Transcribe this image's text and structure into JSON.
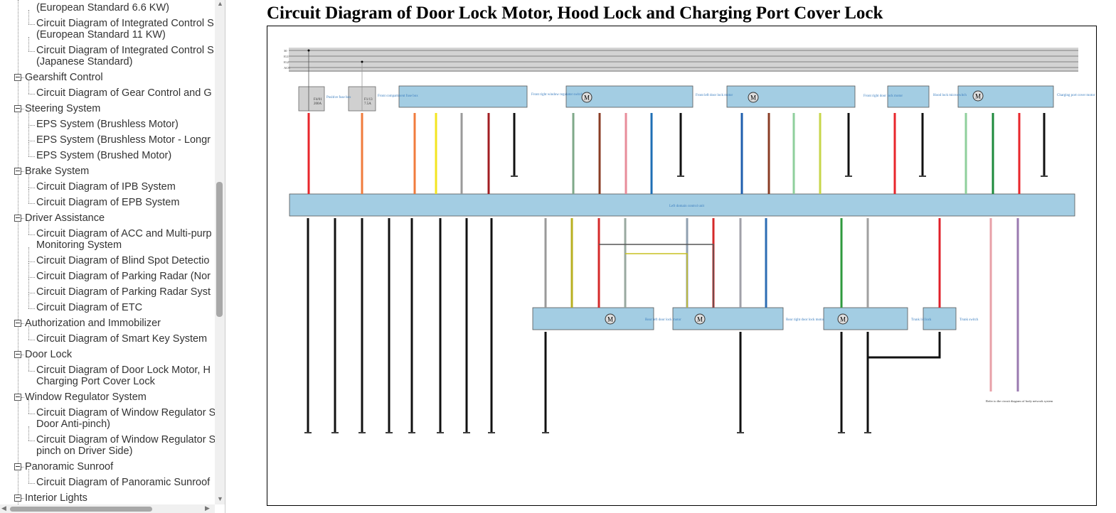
{
  "sidebar": {
    "items": [
      {
        "type": "leaf-cont",
        "label": "(European Standard 6.6 KW)"
      },
      {
        "type": "leaf",
        "label": "Circuit Diagram of Integrated Control S"
      },
      {
        "type": "leaf-cont",
        "label": "(European Standard 11 KW)"
      },
      {
        "type": "leaf",
        "label": "Circuit Diagram of Integrated Control S"
      },
      {
        "type": "leaf-cont",
        "label": "(Japanese Standard)"
      },
      {
        "type": "cat",
        "label": "Gearshift Control"
      },
      {
        "type": "leaf",
        "label": "Circuit Diagram of Gear Control and G"
      },
      {
        "type": "cat",
        "label": "Steering System"
      },
      {
        "type": "leaf",
        "label": "EPS System (Brushless Motor)"
      },
      {
        "type": "leaf",
        "label": "EPS System (Brushless Motor - Longr"
      },
      {
        "type": "leaf",
        "label": "EPS System (Brushed Motor)"
      },
      {
        "type": "cat",
        "label": "Brake System"
      },
      {
        "type": "leaf",
        "label": "Circuit Diagram of IPB System"
      },
      {
        "type": "leaf",
        "label": "Circuit Diagram of EPB System"
      },
      {
        "type": "cat",
        "label": "Driver Assistance"
      },
      {
        "type": "leaf",
        "label": "Circuit Diagram of ACC and Multi-purp"
      },
      {
        "type": "leaf-cont",
        "label": "Monitoring System"
      },
      {
        "type": "leaf",
        "label": "Circuit Diagram of Blind Spot Detectio"
      },
      {
        "type": "leaf",
        "label": "Circuit Diagram of Parking Radar (Nor"
      },
      {
        "type": "leaf",
        "label": "Circuit Diagram of Parking Radar Syst"
      },
      {
        "type": "leaf",
        "label": "Circuit Diagram of ETC"
      },
      {
        "type": "cat",
        "label": "Authorization and Immobilizer"
      },
      {
        "type": "leaf",
        "label": "Circuit Diagram of Smart Key System"
      },
      {
        "type": "cat",
        "label": "Door Lock"
      },
      {
        "type": "leaf",
        "label": "Circuit Diagram of Door Lock Motor, H"
      },
      {
        "type": "leaf-cont",
        "label": "Charging Port Cover Lock"
      },
      {
        "type": "cat",
        "label": "Window Regulator System"
      },
      {
        "type": "leaf",
        "label": "Circuit Diagram of Window Regulator S"
      },
      {
        "type": "leaf-cont",
        "label": "Door Anti-pinch)"
      },
      {
        "type": "leaf",
        "label": "Circuit Diagram of Window Regulator S"
      },
      {
        "type": "leaf-cont",
        "label": "pinch on Driver Side)"
      },
      {
        "type": "cat",
        "label": "Panoramic Sunroof"
      },
      {
        "type": "leaf",
        "label": "Circuit Diagram of Panoramic Sunroof"
      },
      {
        "type": "cat",
        "label": "Interior Lights"
      }
    ]
  },
  "page": {
    "title": "Circuit Diagram of Door Lock Motor, Hood Lock and Charging Port Cover Lock"
  },
  "diagram": {
    "rails": [
      "30",
      "IG1",
      "IG2",
      "ACC"
    ],
    "fuses": [
      {
        "id": "F4/01",
        "rating": "200A"
      },
      {
        "id": "F1/13",
        "rating": "7.5A"
      }
    ],
    "components": {
      "positive_fuse_box": "Positive fuse box",
      "front_fuse_box": "Front compartment fuse box",
      "window_switch": "Front right window regulator switch",
      "fl_door_motor": "Front left door lock motor",
      "fr_door_motor": "Front right door lock motor",
      "hood_switch": "Hood lock microswitch",
      "charge_port_motor": "Charging port cover motor",
      "ecu": "Left domain control unit",
      "rl_door_motor": "Rear left door lock motor",
      "rr_door_motor": "Rear right door lock motor",
      "trunk_lock": "Trunk lid lock",
      "trunk_switch": "Trunk switch",
      "refer_note": "Refer to the circuit diagram of body network system",
      "motor_symbol": "M"
    },
    "colors": {
      "module_fill": "#a3cde3",
      "rail_fill": "#d3d3d3",
      "fuse_fill": "#d0d0d0",
      "label_blue": "#3a7dbf"
    },
    "upper_wire_colors": [
      "#e8262b",
      "#f07b3c",
      "#f07b3c",
      "#f3e51f",
      "#9a9a9a",
      "#a11d22",
      "#111111",
      "#7fa98a",
      "#8a3d25",
      "#e88c9a",
      "#1f6fb5",
      "#111111",
      "#1f5fae",
      "#8a3d25",
      "#8fcf9c",
      "#c7d64a",
      "#111111",
      "#e8262b",
      "#111111",
      "#8fcf9c",
      "#1d8a3c",
      "#e8262b",
      "#111111"
    ],
    "lower_wire_colors": [
      "#111111",
      "#111111",
      "#111111",
      "#111111",
      "#111111",
      "#111111",
      "#111111",
      "#111111",
      "#9a9a9a",
      "#b8b020",
      "#d42a2a",
      "#9aa9a0",
      "#90a0b0",
      "#d42a2a",
      "#a0a0a8",
      "#2c6db3",
      "#2f9a3e",
      "#a0a0a0",
      "#e0202a",
      "#e8a0a8",
      "#9a7ab0"
    ]
  }
}
